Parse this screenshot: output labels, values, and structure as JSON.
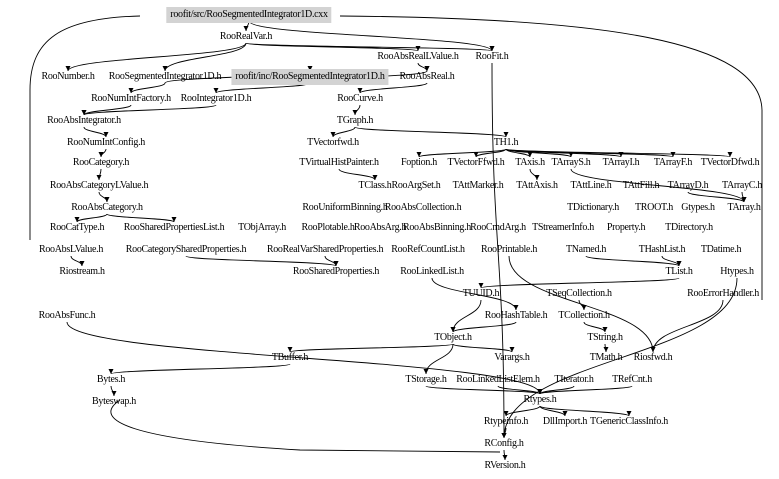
{
  "diagram": {
    "type": "include-dependency-graph",
    "root": "roofit/src/RooSegmentedIntegrator1D.cxx",
    "highlight_color": "#d3d3d3",
    "nodes": [
      {
        "id": "n0",
        "label": "roofit/src/RooSegmentedIntegrator1D.cxx",
        "highlight": true
      },
      {
        "id": "n1",
        "label": "RooRealVar.h"
      },
      {
        "id": "n2",
        "label": "RooAbsRealLValue.h"
      },
      {
        "id": "n3",
        "label": "RooFit.h"
      },
      {
        "id": "n4",
        "label": "RooNumber.h"
      },
      {
        "id": "n5",
        "label": "RooSegmentedIntegrator1D.h"
      },
      {
        "id": "n6",
        "label": "roofit/inc/RooSegmentedIntegrator1D.h",
        "highlight": true
      },
      {
        "id": "n7",
        "label": "RooAbsReal.h"
      },
      {
        "id": "n8",
        "label": "RooNumIntFactory.h"
      },
      {
        "id": "n9",
        "label": "RooIntegrator1D.h"
      },
      {
        "id": "n10",
        "label": "RooCurve.h"
      },
      {
        "id": "n11",
        "label": "RooAbsIntegrator.h"
      },
      {
        "id": "n12",
        "label": "TGraph.h"
      },
      {
        "id": "n13",
        "label": "RooNumIntConfig.h"
      },
      {
        "id": "n14",
        "label": "TVectorfwd.h"
      },
      {
        "id": "n15",
        "label": "TH1.h"
      },
      {
        "id": "n16",
        "label": "RooCategory.h"
      },
      {
        "id": "n17",
        "label": "TVirtualHistPainter.h"
      },
      {
        "id": "n18",
        "label": "Foption.h"
      },
      {
        "id": "n19",
        "label": "TVectorFfwd.h"
      },
      {
        "id": "n20",
        "label": "TAxis.h"
      },
      {
        "id": "n21",
        "label": "TArrayS.h"
      },
      {
        "id": "n22",
        "label": "TArrayI.h"
      },
      {
        "id": "n23",
        "label": "TArrayF.h"
      },
      {
        "id": "n24",
        "label": "TVectorDfwd.h"
      },
      {
        "id": "n25",
        "label": "RooAbsCategoryLValue.h"
      },
      {
        "id": "n26",
        "label": "TClass.h"
      },
      {
        "id": "n27",
        "label": "RooArgSet.h"
      },
      {
        "id": "n28",
        "label": "TAttMarker.h"
      },
      {
        "id": "n29",
        "label": "TAttAxis.h"
      },
      {
        "id": "n30",
        "label": "TAttLine.h"
      },
      {
        "id": "n31",
        "label": "TAttFill.h"
      },
      {
        "id": "n32",
        "label": "TArrayD.h"
      },
      {
        "id": "n33",
        "label": "TArrayC.h"
      },
      {
        "id": "n34",
        "label": "RooAbsCategory.h"
      },
      {
        "id": "n35",
        "label": "RooUniformBinning.h"
      },
      {
        "id": "n36",
        "label": "RooAbsCollection.h"
      },
      {
        "id": "n37",
        "label": "TDictionary.h"
      },
      {
        "id": "n38",
        "label": "TROOT.h"
      },
      {
        "id": "n39",
        "label": "Gtypes.h"
      },
      {
        "id": "n40",
        "label": "TArray.h"
      },
      {
        "id": "n41",
        "label": "RooCatType.h"
      },
      {
        "id": "n42",
        "label": "RooSharedPropertiesList.h"
      },
      {
        "id": "n43",
        "label": "TObjArray.h"
      },
      {
        "id": "n44",
        "label": "RooPlotable.h"
      },
      {
        "id": "n45",
        "label": "RooAbsArg.h"
      },
      {
        "id": "n46",
        "label": "RooAbsBinning.h"
      },
      {
        "id": "n47",
        "label": "RooCmdArg.h"
      },
      {
        "id": "n48",
        "label": "TStreamerInfo.h"
      },
      {
        "id": "n49",
        "label": "Property.h"
      },
      {
        "id": "n50",
        "label": "TDirectory.h"
      },
      {
        "id": "n51",
        "label": "RooAbsLValue.h"
      },
      {
        "id": "n52",
        "label": "RooCategorySharedProperties.h"
      },
      {
        "id": "n53",
        "label": "RooRealVarSharedProperties.h"
      },
      {
        "id": "n54",
        "label": "RooRefCountList.h"
      },
      {
        "id": "n55",
        "label": "RooPrintable.h"
      },
      {
        "id": "n56",
        "label": "TNamed.h"
      },
      {
        "id": "n57",
        "label": "THashList.h"
      },
      {
        "id": "n58",
        "label": "TDatime.h"
      },
      {
        "id": "n59",
        "label": "Riostream.h"
      },
      {
        "id": "n60",
        "label": "RooSharedProperties.h"
      },
      {
        "id": "n61",
        "label": "RooLinkedList.h"
      },
      {
        "id": "n62",
        "label": "TList.h"
      },
      {
        "id": "n63",
        "label": "Htypes.h"
      },
      {
        "id": "n64",
        "label": "TUUID.h"
      },
      {
        "id": "n65",
        "label": "TSeqCollection.h"
      },
      {
        "id": "n66",
        "label": "RooErrorHandler.h"
      },
      {
        "id": "n67",
        "label": "RooAbsFunc.h"
      },
      {
        "id": "n68",
        "label": "RooHashTable.h"
      },
      {
        "id": "n69",
        "label": "TCollection.h"
      },
      {
        "id": "n70",
        "label": "TObject.h"
      },
      {
        "id": "n71",
        "label": "TString.h"
      },
      {
        "id": "n72",
        "label": "TBuffer.h"
      },
      {
        "id": "n73",
        "label": "Varargs.h"
      },
      {
        "id": "n74",
        "label": "TMath.h"
      },
      {
        "id": "n75",
        "label": "Riosfwd.h"
      },
      {
        "id": "n76",
        "label": "Bytes.h"
      },
      {
        "id": "n77",
        "label": "TStorage.h"
      },
      {
        "id": "n78",
        "label": "RooLinkedListElem.h"
      },
      {
        "id": "n79",
        "label": "TIterator.h"
      },
      {
        "id": "n80",
        "label": "TRefCnt.h"
      },
      {
        "id": "n81",
        "label": "Byteswap.h"
      },
      {
        "id": "n82",
        "label": "Rtypes.h"
      },
      {
        "id": "n83",
        "label": "Rtypeinfo.h"
      },
      {
        "id": "n84",
        "label": "DllImport.h"
      },
      {
        "id": "n85",
        "label": "TGenericClassInfo.h"
      },
      {
        "id": "n86",
        "label": "RConfig.h"
      },
      {
        "id": "n87",
        "label": "RVersion.h"
      }
    ],
    "edges": [
      [
        "n0",
        "n1"
      ],
      [
        "n0",
        "n3"
      ],
      [
        "n1",
        "n2"
      ],
      [
        "n1",
        "n4"
      ],
      [
        "n1",
        "n5"
      ],
      [
        "n1",
        "n3"
      ],
      [
        "n2",
        "n7"
      ],
      [
        "n5",
        "n6"
      ],
      [
        "n6",
        "n7"
      ],
      [
        "n6",
        "n9"
      ],
      [
        "n5",
        "n8"
      ],
      [
        "n8",
        "n11"
      ],
      [
        "n9",
        "n11"
      ],
      [
        "n11",
        "n13"
      ],
      [
        "n13",
        "n16"
      ],
      [
        "n16",
        "n25"
      ],
      [
        "n25",
        "n34"
      ],
      [
        "n34",
        "n41"
      ],
      [
        "n34",
        "n42"
      ],
      [
        "n7",
        "n10"
      ],
      [
        "n10",
        "n12"
      ],
      [
        "n12",
        "n14"
      ],
      [
        "n12",
        "n15"
      ],
      [
        "n15",
        "n18"
      ],
      [
        "n15",
        "n19"
      ],
      [
        "n15",
        "n20"
      ],
      [
        "n15",
        "n21"
      ],
      [
        "n15",
        "n22"
      ],
      [
        "n15",
        "n23"
      ],
      [
        "n15",
        "n24"
      ],
      [
        "n17",
        "n26"
      ],
      [
        "n20",
        "n29"
      ],
      [
        "n21",
        "n40"
      ],
      [
        "n33",
        "n40"
      ],
      [
        "n32",
        "n40"
      ],
      [
        "n51",
        "n59"
      ],
      [
        "n53",
        "n60"
      ],
      [
        "n52",
        "n60"
      ],
      [
        "n56",
        "n62"
      ],
      [
        "n57",
        "n62"
      ],
      [
        "n62",
        "n64"
      ],
      [
        "n65",
        "n69"
      ],
      [
        "n69",
        "n71"
      ],
      [
        "n71",
        "n74"
      ],
      [
        "n64",
        "n70"
      ],
      [
        "n70",
        "n72"
      ],
      [
        "n72",
        "n76"
      ],
      [
        "n76",
        "n81"
      ],
      [
        "n70",
        "n73"
      ],
      [
        "n70",
        "n77"
      ],
      [
        "n78",
        "n82"
      ],
      [
        "n79",
        "n82"
      ],
      [
        "n80",
        "n82"
      ],
      [
        "n77",
        "n82"
      ],
      [
        "n82",
        "n83"
      ],
      [
        "n82",
        "n84"
      ],
      [
        "n82",
        "n85"
      ],
      [
        "n83",
        "n86"
      ],
      [
        "n86",
        "n87"
      ],
      [
        "n67",
        "n82"
      ],
      [
        "n66",
        "n75"
      ],
      [
        "n55",
        "n75"
      ],
      [
        "n61",
        "n68"
      ],
      [
        "n68",
        "n70"
      ],
      [
        "n63",
        "n86"
      ],
      [
        "n3",
        "n86"
      ]
    ]
  }
}
